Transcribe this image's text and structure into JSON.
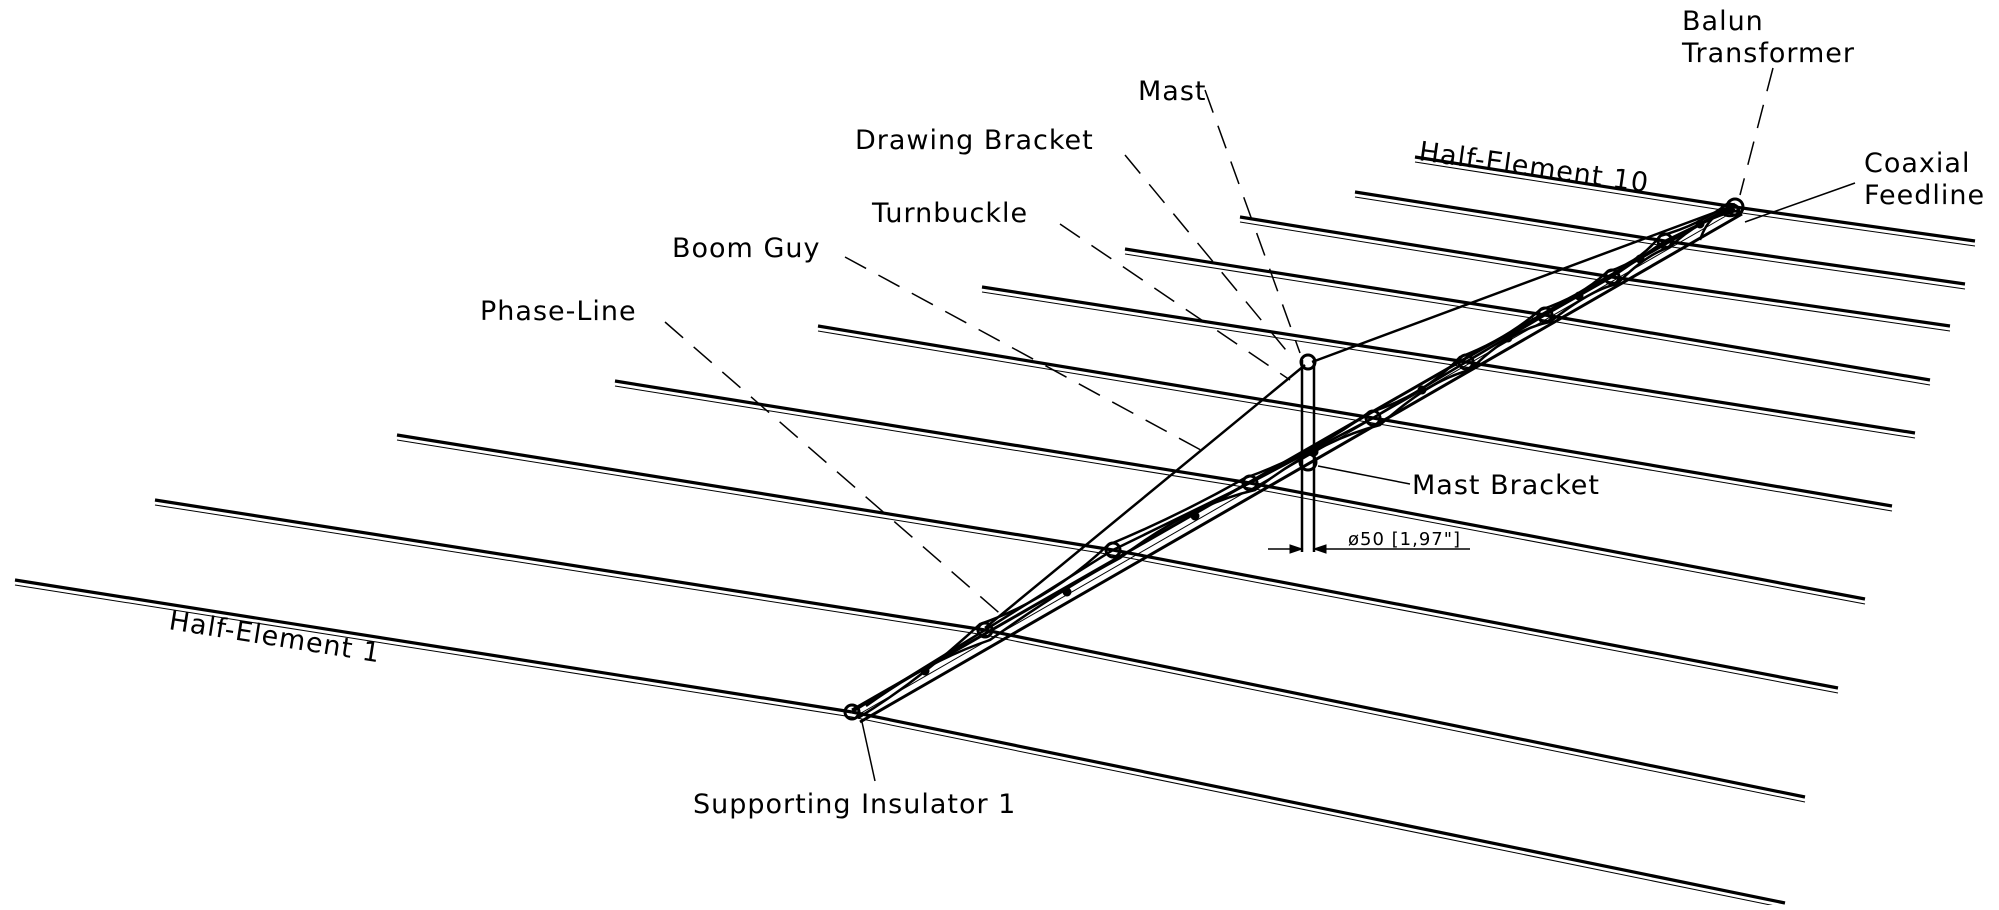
{
  "labels": {
    "balun_line1": "Balun",
    "balun_line2": "Transformer",
    "mast": "Mast",
    "coaxial_line1": "Coaxial",
    "coaxial_line2": "Feedline",
    "drawing_bracket": "Drawing Bracket",
    "half_element_10": "Half-Element 10",
    "turnbuckle": "Turnbuckle",
    "boom_guy": "Boom Guy",
    "phase_line": "Phase-Line",
    "mast_bracket": "Mast Bracket",
    "dimension": "ø50 [1,97\"]",
    "half_element_1": "Half-Element 1",
    "supporting_insulator": "Supporting Insulator 1"
  },
  "colors": {
    "line": "#000000",
    "background": "#ffffff"
  }
}
